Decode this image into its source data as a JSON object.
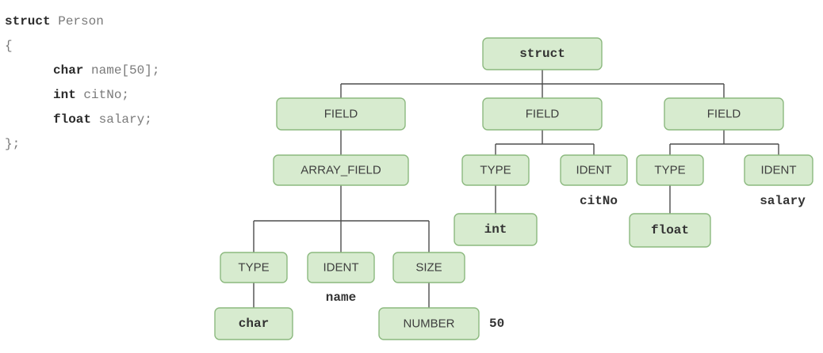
{
  "code": {
    "lines": [
      {
        "keyword": "struct",
        "text": " Person",
        "indent": false
      },
      {
        "keyword": "",
        "text": "{",
        "indent": false
      },
      {
        "keyword": "char",
        "text": " name[50];",
        "indent": true
      },
      {
        "keyword": "int",
        "text": " citNo;",
        "indent": true
      },
      {
        "keyword": "float",
        "text": " salary;",
        "indent": true
      },
      {
        "keyword": "",
        "text": "};",
        "indent": false
      }
    ]
  },
  "tree": {
    "root": {
      "label": "struct"
    },
    "fields": [
      {
        "label": "FIELD",
        "child": {
          "label": "ARRAY_FIELD",
          "children": [
            {
              "label": "TYPE",
              "child": {
                "label": "char"
              }
            },
            {
              "label": "IDENT",
              "value": "name"
            },
            {
              "label": "SIZE",
              "child": {
                "label": "NUMBER",
                "value": "50"
              }
            }
          ]
        }
      },
      {
        "label": "FIELD",
        "children": [
          {
            "label": "TYPE",
            "child": {
              "label": "int"
            }
          },
          {
            "label": "IDENT",
            "value": "citNo"
          }
        ]
      },
      {
        "label": "FIELD",
        "children": [
          {
            "label": "TYPE",
            "child": {
              "label": "float"
            }
          },
          {
            "label": "IDENT",
            "value": "salary"
          }
        ]
      }
    ]
  }
}
